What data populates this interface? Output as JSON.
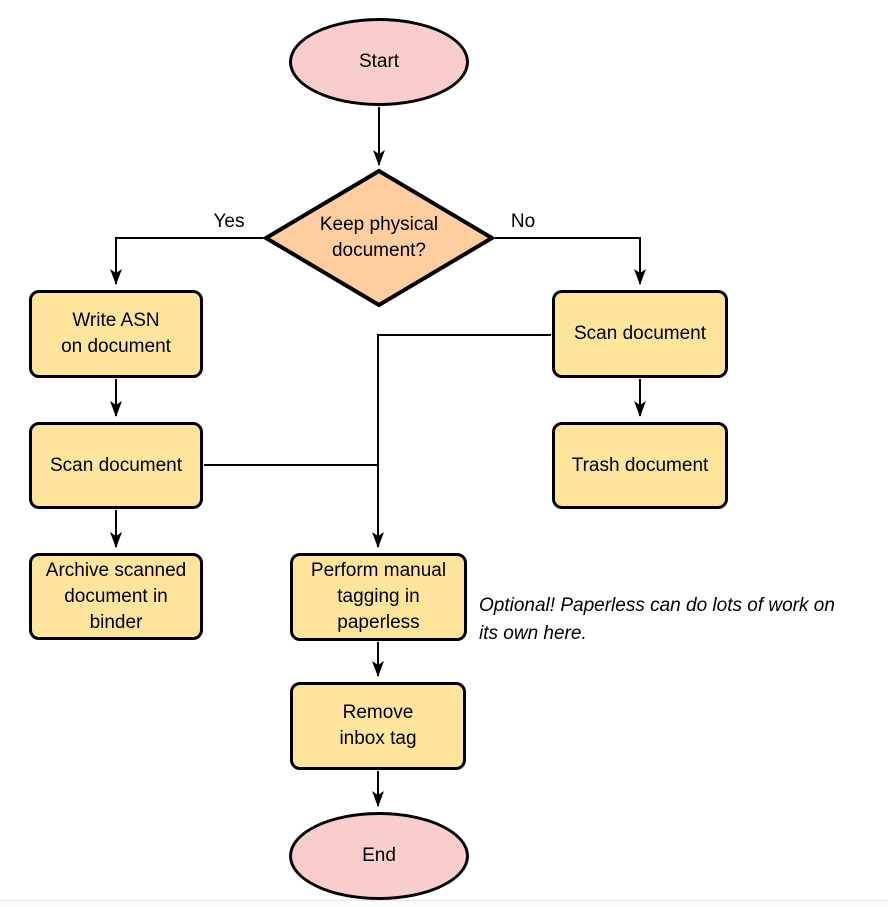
{
  "diagram": {
    "nodes": {
      "start": {
        "label": "Start",
        "shape": "terminator"
      },
      "decision": {
        "label": "Keep physical\ndocument?",
        "shape": "decision"
      },
      "write_asn": {
        "label": "Write ASN\non document",
        "shape": "process"
      },
      "scan_left": {
        "label": "Scan document",
        "shape": "process"
      },
      "archive": {
        "label": "Archive scanned\ndocument in\nbinder",
        "shape": "process"
      },
      "scan_right": {
        "label": "Scan document",
        "shape": "process"
      },
      "trash": {
        "label": "Trash document",
        "shape": "process"
      },
      "tagging": {
        "label": "Perform manual\ntagging in\npaperless",
        "shape": "process"
      },
      "remove_inbox": {
        "label": "Remove\ninbox tag",
        "shape": "process"
      },
      "end": {
        "label": "End",
        "shape": "terminator"
      }
    },
    "edge_labels": {
      "yes": "Yes",
      "no": "No"
    },
    "edges": [
      {
        "from": "start",
        "to": "decision"
      },
      {
        "from": "decision",
        "to": "write_asn",
        "label": "Yes"
      },
      {
        "from": "decision",
        "to": "scan_right",
        "label": "No"
      },
      {
        "from": "write_asn",
        "to": "scan_left"
      },
      {
        "from": "scan_left",
        "to": "archive"
      },
      {
        "from": "scan_right",
        "to": "trash"
      },
      {
        "from": "scan_right",
        "to": "tagging"
      },
      {
        "from": "scan_left",
        "to": "tagging"
      },
      {
        "from": "tagging",
        "to": "remove_inbox"
      },
      {
        "from": "remove_inbox",
        "to": "end"
      }
    ],
    "annotation": "Optional! Paperless can do lots of work on\nits own here.",
    "colors": {
      "terminator_fill": "#F9CDCC",
      "decision_fill": "#FFCD9E",
      "process_fill": "#FFE59B",
      "stroke": "#000000",
      "page_bg": "#FFFFFF"
    }
  }
}
